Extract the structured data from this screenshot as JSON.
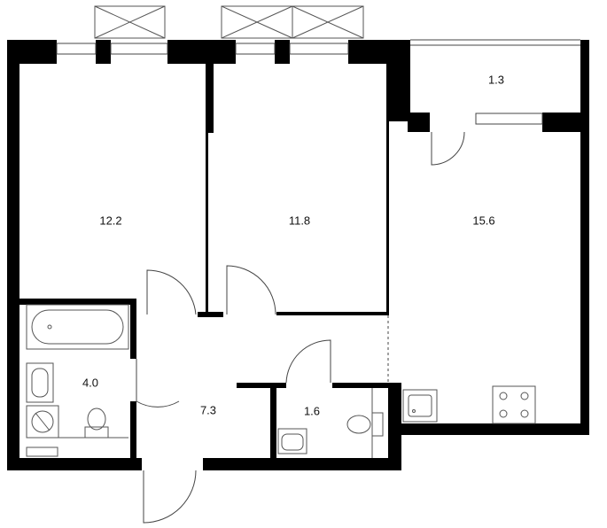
{
  "plan": {
    "rooms": [
      {
        "id": "bedroom-left",
        "area": "12.2"
      },
      {
        "id": "bedroom-middle",
        "area": "11.8"
      },
      {
        "id": "balcony",
        "area": "1.3"
      },
      {
        "id": "kitchen-living",
        "area": "15.6"
      },
      {
        "id": "bathroom",
        "area": "4.0"
      },
      {
        "id": "hallway",
        "area": "7.3"
      },
      {
        "id": "toilet",
        "area": "1.6"
      }
    ]
  },
  "colors": {
    "wall": "#000000",
    "background": "#ffffff",
    "fixture_stroke": "#555555",
    "door_stroke": "#444444"
  }
}
